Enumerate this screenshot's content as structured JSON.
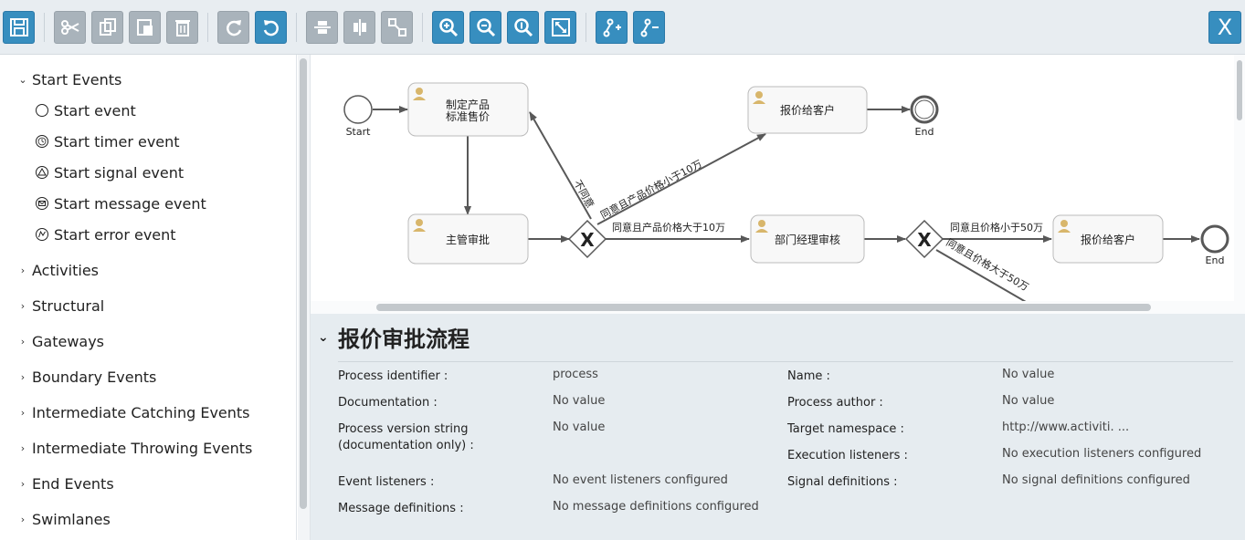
{
  "toolbar": {
    "buttons": [
      "save-icon",
      "cut-icon",
      "copy-icon",
      "paste-icon",
      "delete-icon",
      "redo-icon",
      "undo-icon",
      "align-horizontal-icon",
      "align-vertical-icon",
      "same-size-icon",
      "zoom-in-icon",
      "zoom-out-icon",
      "zoom-actual-icon",
      "zoom-fit-icon",
      "bend-point-add-icon",
      "bend-point-remove-icon"
    ],
    "close_label": "X"
  },
  "palette": {
    "groups": [
      {
        "label": "Start Events",
        "expanded": true,
        "items": [
          {
            "label": "Start event",
            "icon": "circle-icon"
          },
          {
            "label": "Start timer event",
            "icon": "timer-icon"
          },
          {
            "label": "Start signal event",
            "icon": "signal-icon"
          },
          {
            "label": "Start message event",
            "icon": "message-icon"
          },
          {
            "label": "Start error event",
            "icon": "error-icon"
          }
        ]
      },
      {
        "label": "Activities"
      },
      {
        "label": "Structural"
      },
      {
        "label": "Gateways"
      },
      {
        "label": "Boundary Events"
      },
      {
        "label": "Intermediate Catching Events"
      },
      {
        "label": "Intermediate Throwing Events"
      },
      {
        "label": "End Events"
      },
      {
        "label": "Swimlanes"
      }
    ]
  },
  "diagram": {
    "start_label": "Start",
    "end_label_1": "End",
    "end_label_2": "End",
    "task_1_line1": "制定产品",
    "task_1_line2": "标准售价",
    "task_2": "主管审批",
    "task_3": "报价给客户",
    "task_4": "部门经理审核",
    "task_5": "报价给客户",
    "flow_disagree": "不同意",
    "flow_agree_less_10": "同意且产品价格小于10万",
    "flow_agree_more_10": "同意且产品价格大于10万",
    "flow_agree_less_50": "同意且价格小于50万",
    "flow_agree_more_50": "同意且价格大于50万"
  },
  "properties": {
    "title": "报价审批流程",
    "rows": [
      {
        "label": "Process identifier :",
        "value": "process"
      },
      {
        "label": "Name :",
        "value": "No value"
      },
      {
        "label": "Documentation :",
        "value": "No value"
      },
      {
        "label": "Process author :",
        "value": "No value"
      },
      {
        "label_line1": "Process version string",
        "label_line2": "(documentation only) :",
        "value": "No value"
      },
      {
        "label": "Target namespace :",
        "value": "http://www.activiti. ..."
      },
      {
        "label": "Execution listeners :",
        "value": "No execution listeners configured"
      },
      {
        "label": "Event listeners :",
        "value": "No event listeners configured"
      },
      {
        "label": "Signal definitions :",
        "value": "No signal definitions configured"
      },
      {
        "label": "Message definitions :",
        "value": "No message definitions configured"
      }
    ]
  }
}
